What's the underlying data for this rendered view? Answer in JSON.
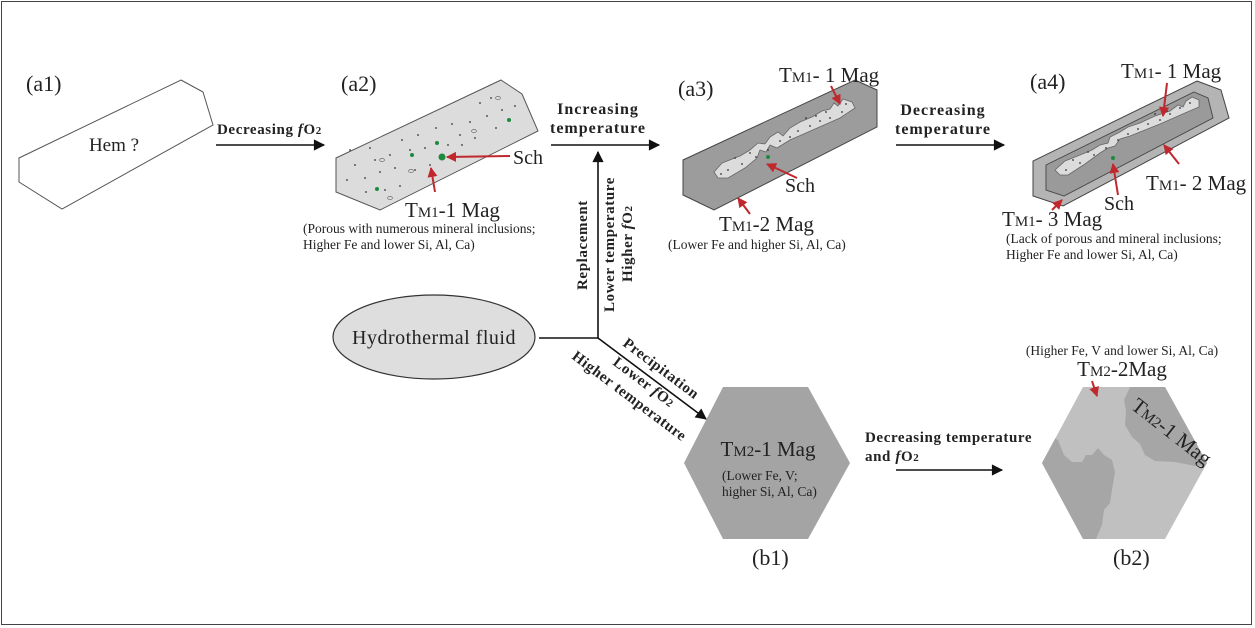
{
  "figure": {
    "colors": {
      "background": "#ffffff",
      "stroke": "#1a1a1a",
      "light_grain": "#dcdcdc",
      "dark_rim": "#9a9a9a",
      "outer_rim_a4": "#b4b4b4",
      "hexagon_b1": "#a4a4a4",
      "hexagon_b2_light": "#c0c0c0",
      "hexagon_b2_dark": "#a6a6a6",
      "inclusion_green": "#1e8a3e",
      "pointer_red": "#c0282d",
      "fluid_fill": "#dedede"
    },
    "panels": {
      "a1": {
        "label": "(a1)",
        "mineral": "Hem ?"
      },
      "a2": {
        "label": "(a2)",
        "pointer_sch": "Sch",
        "mag_prefix": "T",
        "mag_sub": "M1",
        "mag_suffix": "-1 Mag",
        "note_line1": "(Porous  with  numerous mineral inclusions;",
        "note_line2": "Higher Fe and lower Si, Al, Ca)"
      },
      "a3": {
        "label": "(a3)",
        "top_prefix": "T",
        "top_sub": "M1",
        "top_suffix": "- 1 Mag",
        "pointer_sch": "Sch",
        "bottom_prefix": "T",
        "bottom_sub": "M1",
        "bottom_suffix": "-2 Mag",
        "note": "(Lower Fe and higher Si, Al, Ca)"
      },
      "a4": {
        "label": "(a4)",
        "top_prefix": "T",
        "top_sub": "M1",
        "top_suffix": "- 1 Mag",
        "right_prefix": "T",
        "right_sub": "M1",
        "right_suffix": "- 2 Mag",
        "pointer_sch": "Sch",
        "bottom_prefix": "T",
        "bottom_sub": "M1",
        "bottom_suffix": "- 3 Mag",
        "note_line1": "(Lack of porous  and  mineral inclusions;",
        "note_line2": "Higher Fe and lower Si, Al, Ca)"
      },
      "b1": {
        "label": "(b1)",
        "mag_prefix": "T",
        "mag_sub": "M2",
        "mag_suffix": "-1 Mag",
        "note_line1": "(Lower Fe, V;",
        "note_line2": "higher Si, Al, Ca)"
      },
      "b2": {
        "label": "(b2)",
        "top_note": "(Higher Fe, V and lower Si, Al, Ca)",
        "top_prefix": "T",
        "top_sub": "M2",
        "top_suffix": "-2Mag",
        "inner_prefix": "T",
        "inner_sub": "M2",
        "inner_suffix": "-1 Mag"
      }
    },
    "arrows": {
      "a1_a2": {
        "pre": "Decreasing ",
        "f": "f",
        "o": "O",
        "sub": "2"
      },
      "a2_a3": {
        "line1": "Increasing",
        "line2": "temperature"
      },
      "a3_a4": {
        "line1": "Decreasing",
        "line2": "temperature"
      },
      "replacement": {
        "line1": "Replacement",
        "line2": "Lower temperature",
        "line3_pre": "Higher ",
        "f": "f",
        "o": "O",
        "sub": "2"
      },
      "precipitation": {
        "line1": "Precipitation",
        "line2_pre": "Lower ",
        "f": "f",
        "o": "O",
        "sub": "2",
        "line3": "Higher temperature"
      },
      "b1_b2": {
        "line1": "Decreasing temperature",
        "line2_pre": "and ",
        "f": "f",
        "o": "O",
        "sub": "2"
      }
    },
    "source": {
      "label": "Hydrothermal fluid"
    }
  }
}
